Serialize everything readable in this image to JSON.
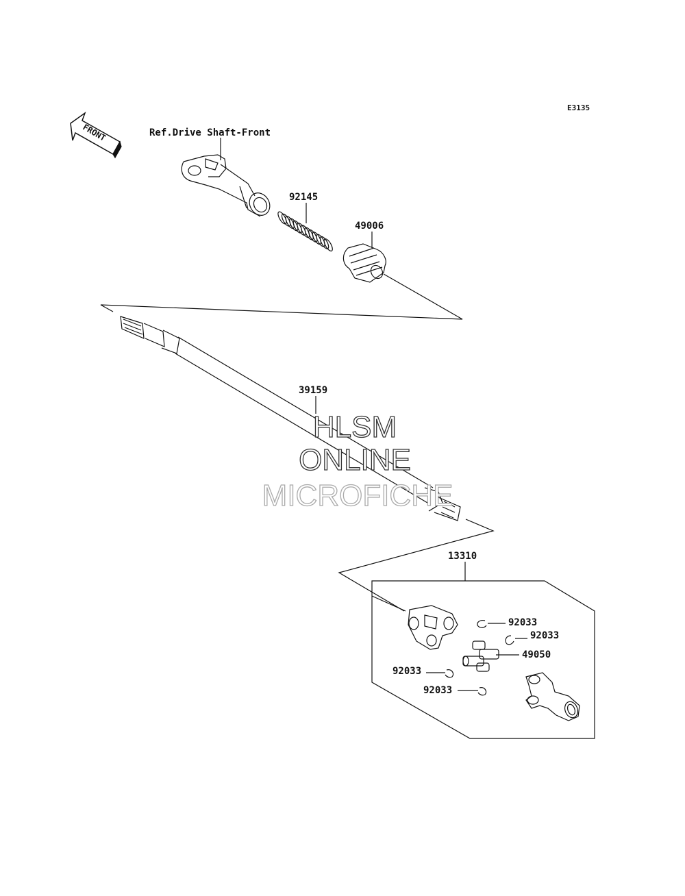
{
  "diagram_code": "E3135",
  "front_arrow_label": "FRONT",
  "ref_label": "Ref.Drive Shaft-Front",
  "parts": {
    "spring": "92145",
    "boot": "49006",
    "shaft": "39159",
    "joint_assy": "13310",
    "circlip_1": "92033",
    "circlip_2": "92033",
    "circlip_3": "92033",
    "circlip_4": "92033",
    "spider": "49050"
  },
  "watermark": {
    "line1": "HLSM",
    "line2": "ONLINE",
    "line3": "MICROFICHE"
  }
}
